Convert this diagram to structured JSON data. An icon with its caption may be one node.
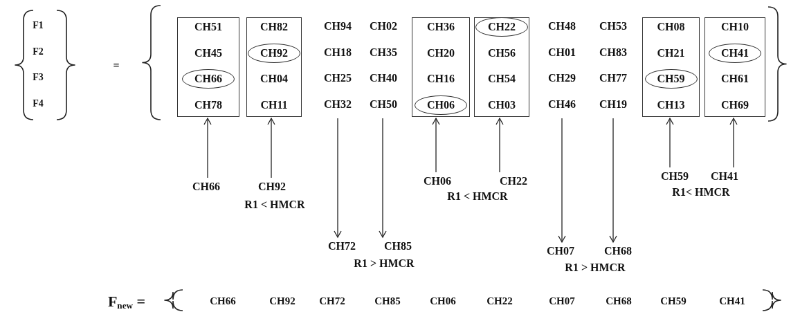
{
  "diagram": {
    "nodes": [
      {
        "text": [
          "CH51",
          "CH45",
          "CH66",
          "CH78"
        ]
      },
      {
        "text": [
          "CH82",
          "CH92",
          "CH04",
          "CH11"
        ]
      },
      {
        "text": [
          "CH94",
          "CH18",
          "CH25",
          "CH32"
        ]
      },
      {
        "text": [
          "CH02",
          "CH35",
          "CH40",
          "CH50"
        ]
      },
      {
        "text": [
          "CH36",
          "CH20",
          "CH16",
          "CH06"
        ]
      },
      {
        "text": [
          "CH22",
          "CH56",
          "CH54",
          "CH03"
        ]
      },
      {
        "text": [
          "CH48",
          "CH01",
          "CH29",
          "CH46"
        ]
      },
      {
        "text": [
          "CH53",
          "CH83",
          "CH77",
          "CH19"
        ]
      },
      {
        "text": [
          "CH08",
          "CH21",
          "CH59",
          "CH13"
        ]
      },
      {
        "text": [
          "CH10",
          "CH41",
          "CH61",
          "CH69"
        ]
      },
      {
        "text": [
          "CH66"
        ]
      },
      {
        "text": [
          "CH92"
        ]
      },
      {
        "text": [
          "CH72"
        ]
      },
      {
        "text": [
          "CH85"
        ]
      },
      {
        "text": [
          "CH06"
        ]
      },
      {
        "text": [
          "CH22"
        ]
      },
      {
        "text": [
          "CH07"
        ]
      },
      {
        "text": [
          "CH68"
        ]
      },
      {
        "text": [
          "CH59"
        ]
      },
      {
        "text": [
          "CH41"
        ]
      }
    ],
    "edges": [
      {
        "from": 10,
        "to": 0,
        "arrow": "to"
      },
      {
        "from": 11,
        "to": 1,
        "arrow": "to"
      },
      {
        "from": 2,
        "to": 12,
        "arrow": "to"
      },
      {
        "from": 3,
        "to": 13,
        "arrow": "to"
      },
      {
        "from": 14,
        "to": 4,
        "arrow": "to"
      },
      {
        "from": 15,
        "to": 5,
        "arrow": "to"
      },
      {
        "from": 6,
        "to": 16,
        "arrow": "to"
      },
      {
        "from": 7,
        "to": 17,
        "arrow": "to"
      },
      {
        "from": 18,
        "to": 8,
        "arrow": "to"
      },
      {
        "from": 19,
        "to": 9,
        "arrow": "to"
      }
    ],
    "labels": [
      "F1",
      "F2",
      "F3",
      "F4",
      "=",
      "R1< HMCR",
      "R1 < HMCR",
      "R1 < HMCR",
      "R1 > HMCR",
      "R1 > HMCR",
      "F$_{new}$ =",
      "CH66",
      "CH92",
      "CH72",
      "CH85",
      "CH06",
      "CH22",
      "CH07",
      "CH68",
      "CH59",
      "CH41"
    ]
  }
}
